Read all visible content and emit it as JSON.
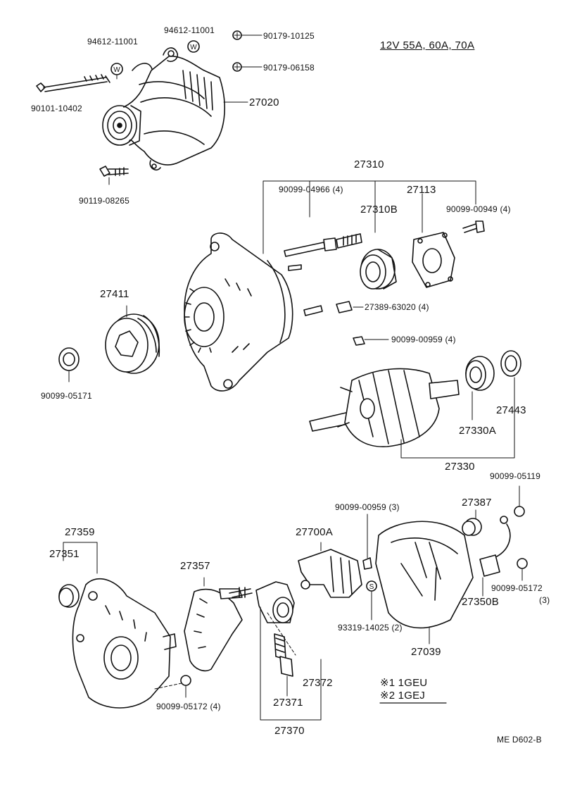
{
  "diagram": {
    "title": "12V  55A, 60A, 70A",
    "footer_code": "ME  D602-B",
    "engine_note_1": "※1 1GEU",
    "engine_note_2": "※2 1GEJ",
    "parts": {
      "p94612_a": "94612-11001",
      "p94612_b": "94612-11001",
      "p90179_10125": "90179-10125",
      "p90179_06158": "90179-06158",
      "p90101_10402": "90101-10402",
      "p27020": "27020",
      "p90119_08265": "90119-08265",
      "p27310": "27310",
      "p90099_04966": "90099-04966 (4)",
      "p27113": "27113",
      "p27310B": "27310B",
      "p90099_00949": "90099-00949 (4)",
      "p27411": "27411",
      "p27389_63020": "27389-63020 (4)",
      "p90099_00959_4": "90099-00959 (4)",
      "p90099_05171": "90099-05171",
      "p27443": "27443",
      "p27330A": "27330A",
      "p27330": "27330",
      "p90099_05119": "90099-05119",
      "p27387": "27387",
      "p90099_00959_3": "90099-00959 (3)",
      "p27359": "27359",
      "p27351": "27351",
      "p27700A": "27700A",
      "p27357": "27357",
      "p90099_05172_3a": "90099-05172",
      "p90099_05172_3b": "(3)",
      "p27350B": "27350B",
      "p93319_14025": "93319-14025 (2)",
      "p27039": "27039",
      "p27372": "27372",
      "p27371": "27371",
      "p90099_05172_4": "90099-05172 (4)",
      "p27370": "27370"
    }
  }
}
